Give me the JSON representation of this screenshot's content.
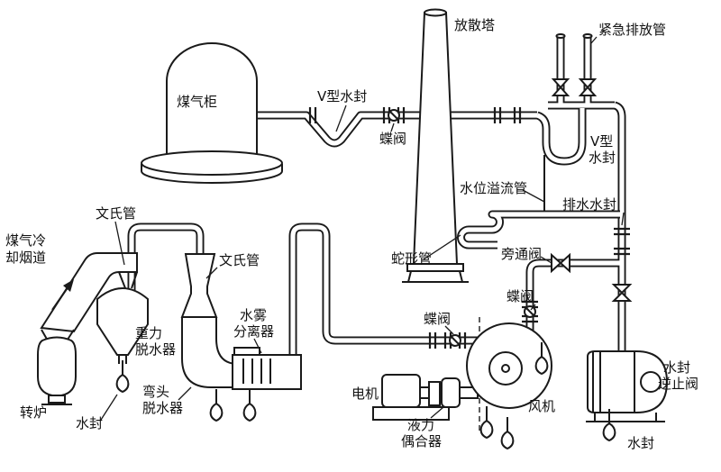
{
  "diagram": {
    "labels": {
      "vent_tower": "放散塔",
      "emergency_pipe": "紧急排放管",
      "gas_holder": "煤气柜",
      "v_seal_main": "V型水封",
      "butterfly_valve_main": "蝶阀",
      "v_seal_right": [
        "V型",
        "水封"
      ],
      "overflow_pipe": "水位溢流管",
      "drain_seal": "排水水封",
      "serpentine_pipe": "蛇形管",
      "bypass_valve": "旁通阀",
      "butterfly_valve_outlet": "蝶阀",
      "butterfly_valve_inlet": "蝶阀",
      "venturi_upper": "文氏管",
      "venturi_lower": "文氏管",
      "cooling_flue": [
        "煤气冷",
        "却烟道"
      ],
      "gravity_dehydrator": [
        "重力",
        "脱水器"
      ],
      "mist_separator": [
        "水雾",
        "分离器"
      ],
      "elbow_dehydrator": [
        "弯头",
        "脱水器"
      ],
      "converter": "转炉",
      "water_seal_left": "水封",
      "motor": "电机",
      "hydraulic_coupler": [
        "液力",
        "偶合器"
      ],
      "fan": "风机",
      "check_valve": [
        "水封",
        "逆止阀"
      ],
      "water_seal_right": "水封"
    }
  }
}
